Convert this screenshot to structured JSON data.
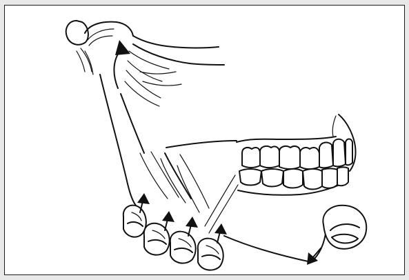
{
  "figure": {
    "type": "line-drawing",
    "subject": "mandible-with-upper-teeth",
    "stroke_color": "#111111",
    "background_color": "#ffffff",
    "page_background_color": "#e9e9e9",
    "arrow_icon": "arrow-up-icon",
    "finger_pad_count": 4
  }
}
